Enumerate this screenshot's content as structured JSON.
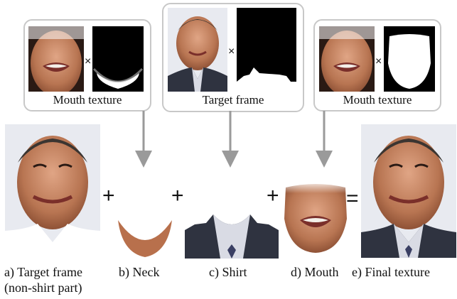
{
  "top_boxes": [
    {
      "caption": "Mouth texture",
      "operator": "×"
    },
    {
      "caption": "Target frame",
      "operator": "×"
    },
    {
      "caption": "Mouth texture",
      "operator": "×"
    }
  ],
  "bottom_panels": [
    {
      "label_line1": "a) Target frame",
      "label_line2": "(non-shirt part)"
    },
    {
      "label_line1": "b) Neck"
    },
    {
      "label_line1": "c) Shirt"
    },
    {
      "label_line1": "d) Mouth"
    },
    {
      "label_line1": "e) Final texture"
    }
  ],
  "operators": {
    "plus": "+",
    "equals": "="
  },
  "colors": {
    "box_border": "#c8c8c8",
    "arrow": "#9a9a9a",
    "skin": "#c98a68",
    "suit": "#2f3340",
    "shirt": "#d9dbe4",
    "background_dark": "#111111"
  }
}
